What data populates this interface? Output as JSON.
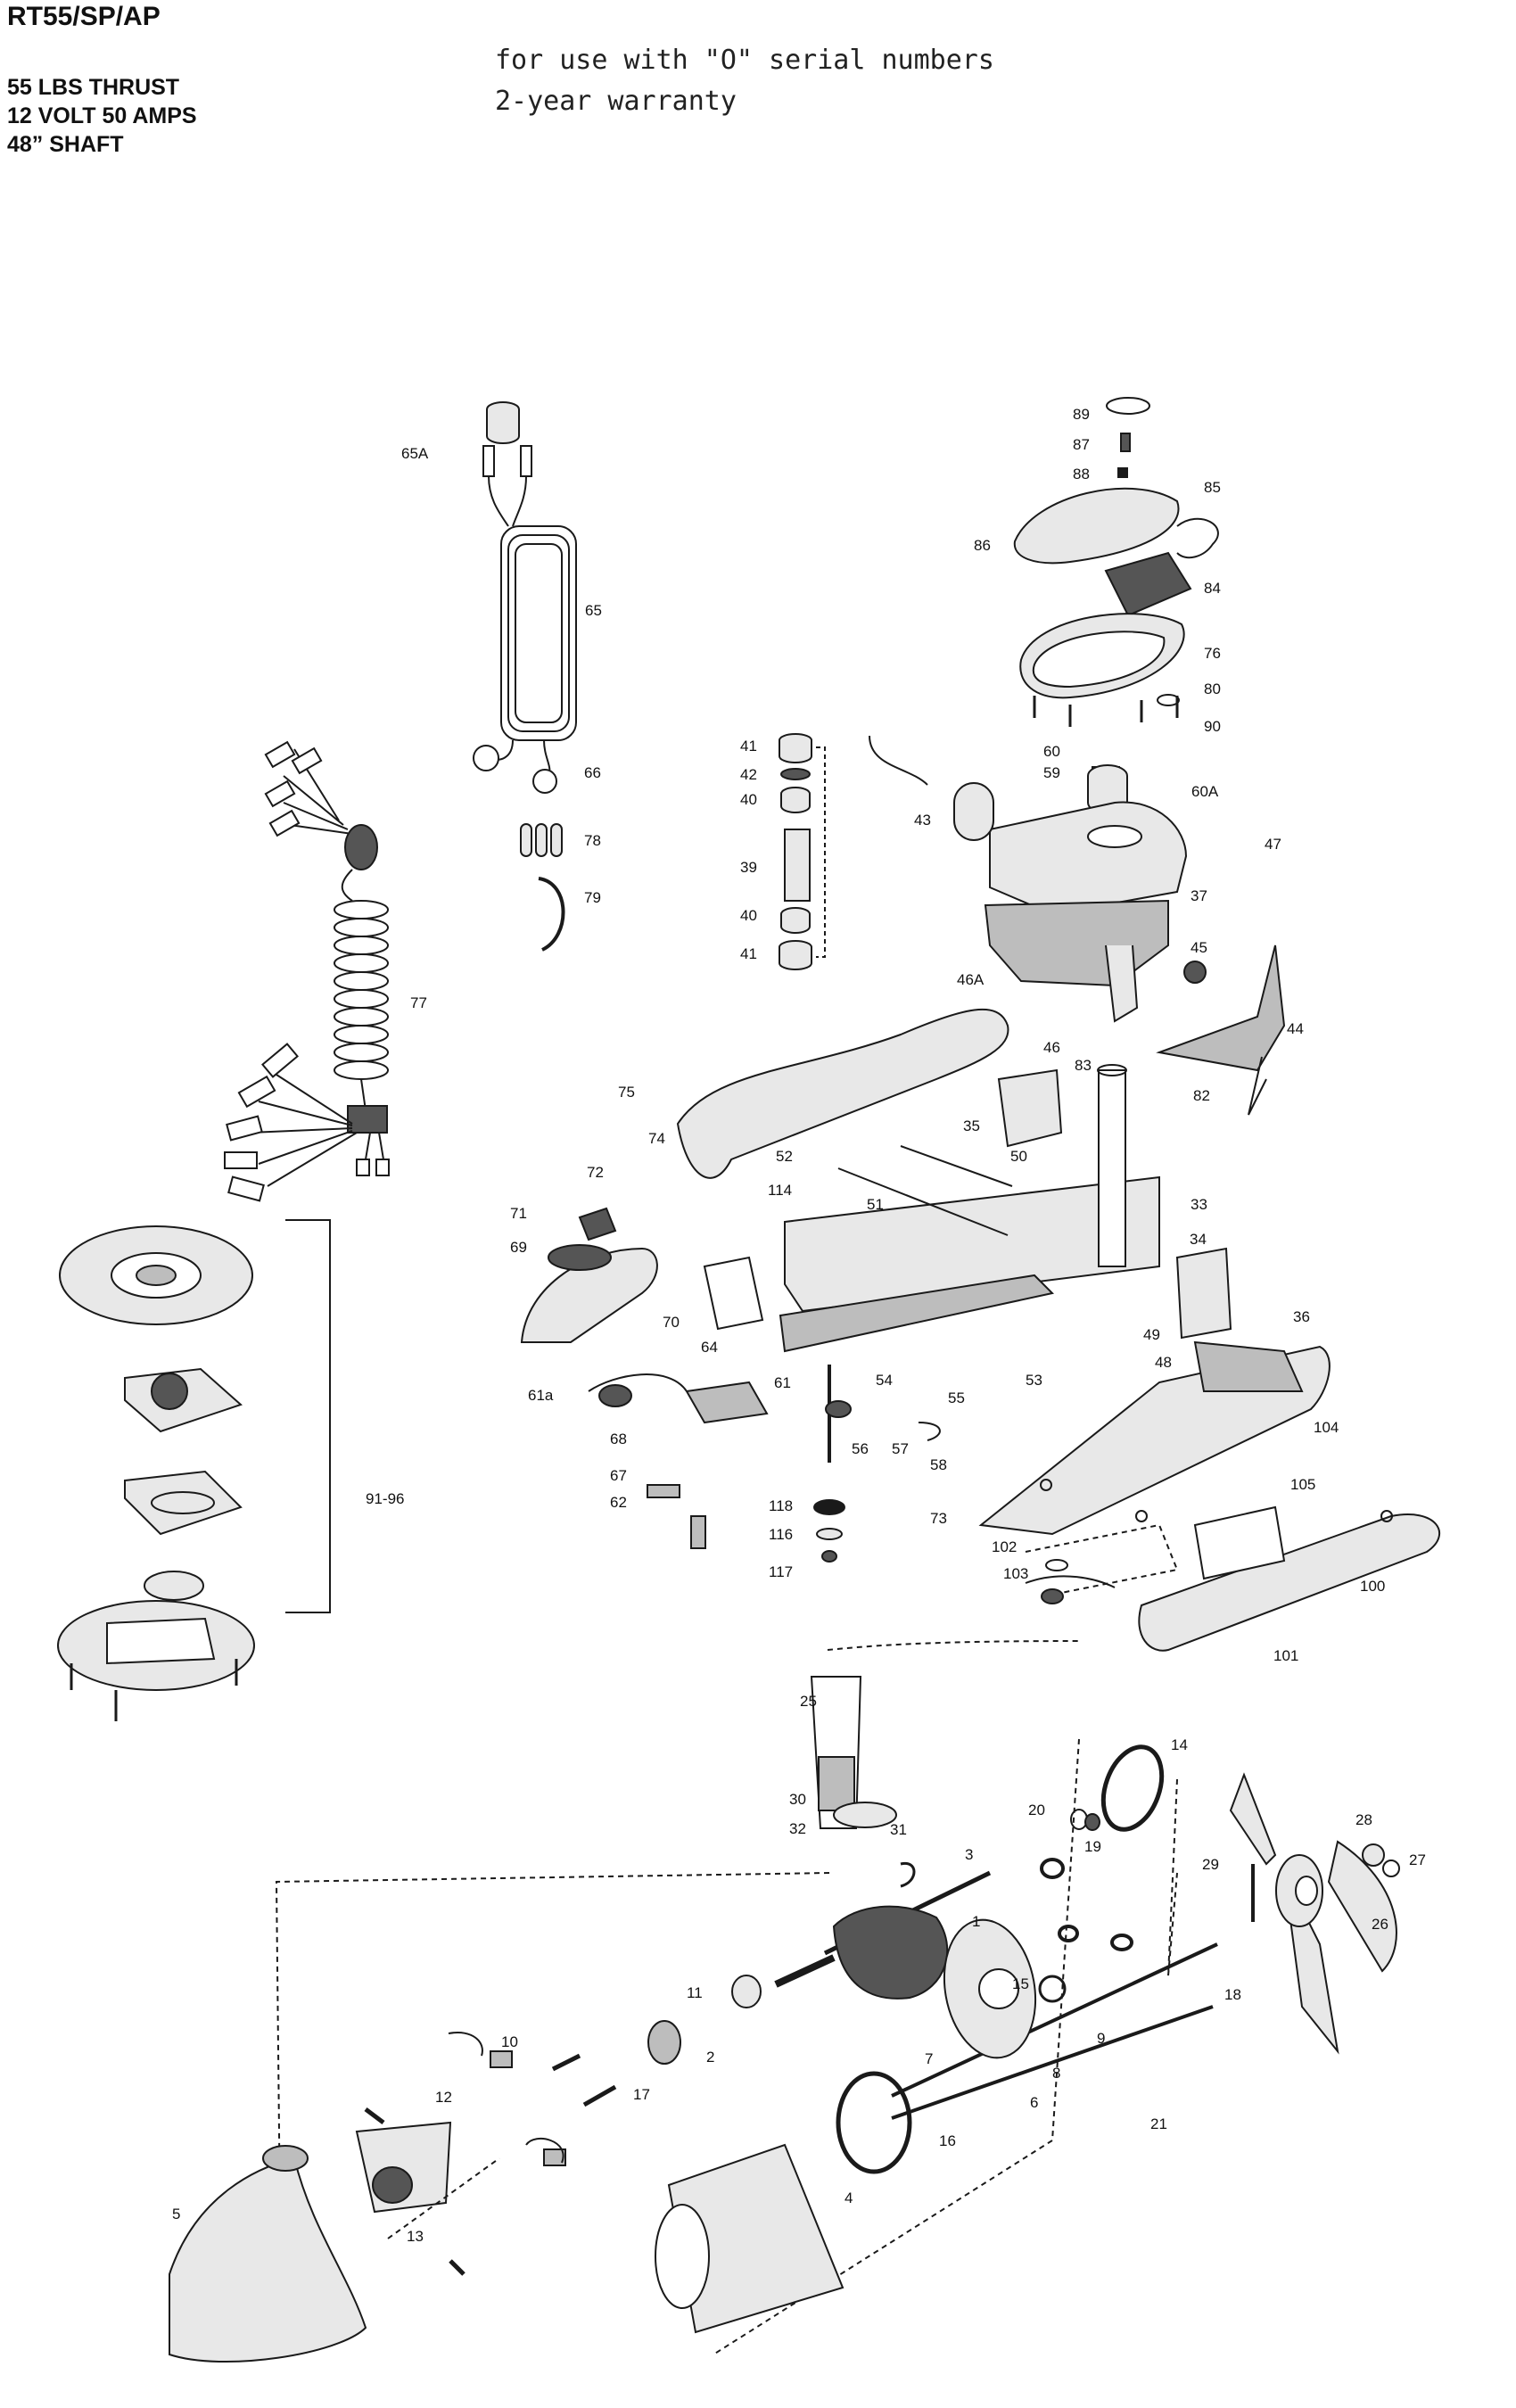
{
  "header": {
    "model": "RT55/SP/AP",
    "thrust": "55 LBS THRUST",
    "power": "12 VOLT  50 AMPS",
    "shaft": "48” SHAFT",
    "serial_note": "for use with \"O\" serial numbers",
    "warranty_note": "2-year warranty"
  },
  "part_labels": [
    "65A",
    "65",
    "66",
    "78",
    "79",
    "77",
    "91-96",
    "89",
    "87",
    "88",
    "85",
    "86",
    "84",
    "76",
    "80",
    "90",
    "60",
    "59",
    "60A",
    "41",
    "42",
    "40",
    "39",
    "40",
    "41",
    "43",
    "47",
    "37",
    "45",
    "46A",
    "46",
    "44",
    "75",
    "74",
    "83",
    "82",
    "35",
    "72",
    "52",
    "50",
    "71",
    "114",
    "51",
    "33",
    "34",
    "69",
    "70",
    "36",
    "49",
    "64",
    "53",
    "48",
    "61a",
    "61",
    "54",
    "55",
    "104",
    "68",
    "56",
    "57",
    "58",
    "105",
    "67",
    "62",
    "118",
    "73",
    "116",
    "102",
    "103",
    "117",
    "100",
    "101",
    "25",
    "14",
    "30",
    "20",
    "28",
    "31",
    "32",
    "19",
    "3",
    "27",
    "29",
    "1",
    "26",
    "15",
    "18",
    "11",
    "2",
    "10",
    "9",
    "8",
    "7",
    "12",
    "6",
    "17",
    "21",
    "16",
    "5",
    "4",
    "13"
  ],
  "colors": {
    "line": "#1a1a1a",
    "fill_light": "#e8e8e8",
    "fill_mid": "#bdbdbd",
    "fill_dark": "#555555"
  }
}
